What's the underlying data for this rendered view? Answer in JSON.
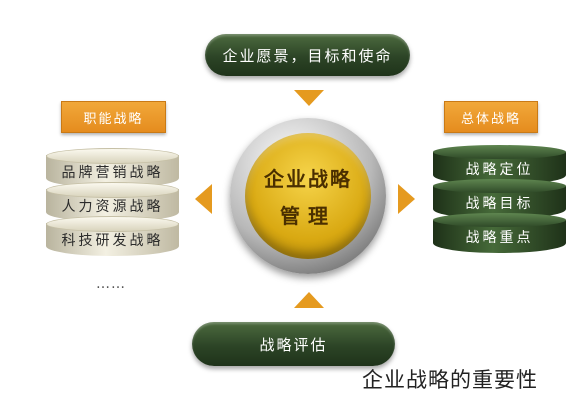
{
  "top": {
    "label": "企业愿景，目标和使命"
  },
  "bottom": {
    "label": "战略评估"
  },
  "center": {
    "line1": "企业战略",
    "line2": "管理"
  },
  "left_panel": {
    "title": "职能战略",
    "items": [
      "品牌营销战略",
      "人力资源战略",
      "科技研发战略"
    ],
    "more": "……"
  },
  "right_panel": {
    "title": "总体战略",
    "items": [
      "战略定位",
      "战略目标",
      "战略重点"
    ]
  },
  "caption": "企业战略的重要性",
  "colors": {
    "accent": "#e59a1f",
    "dark_green": "#2c4426",
    "gold": "#d9a912"
  }
}
